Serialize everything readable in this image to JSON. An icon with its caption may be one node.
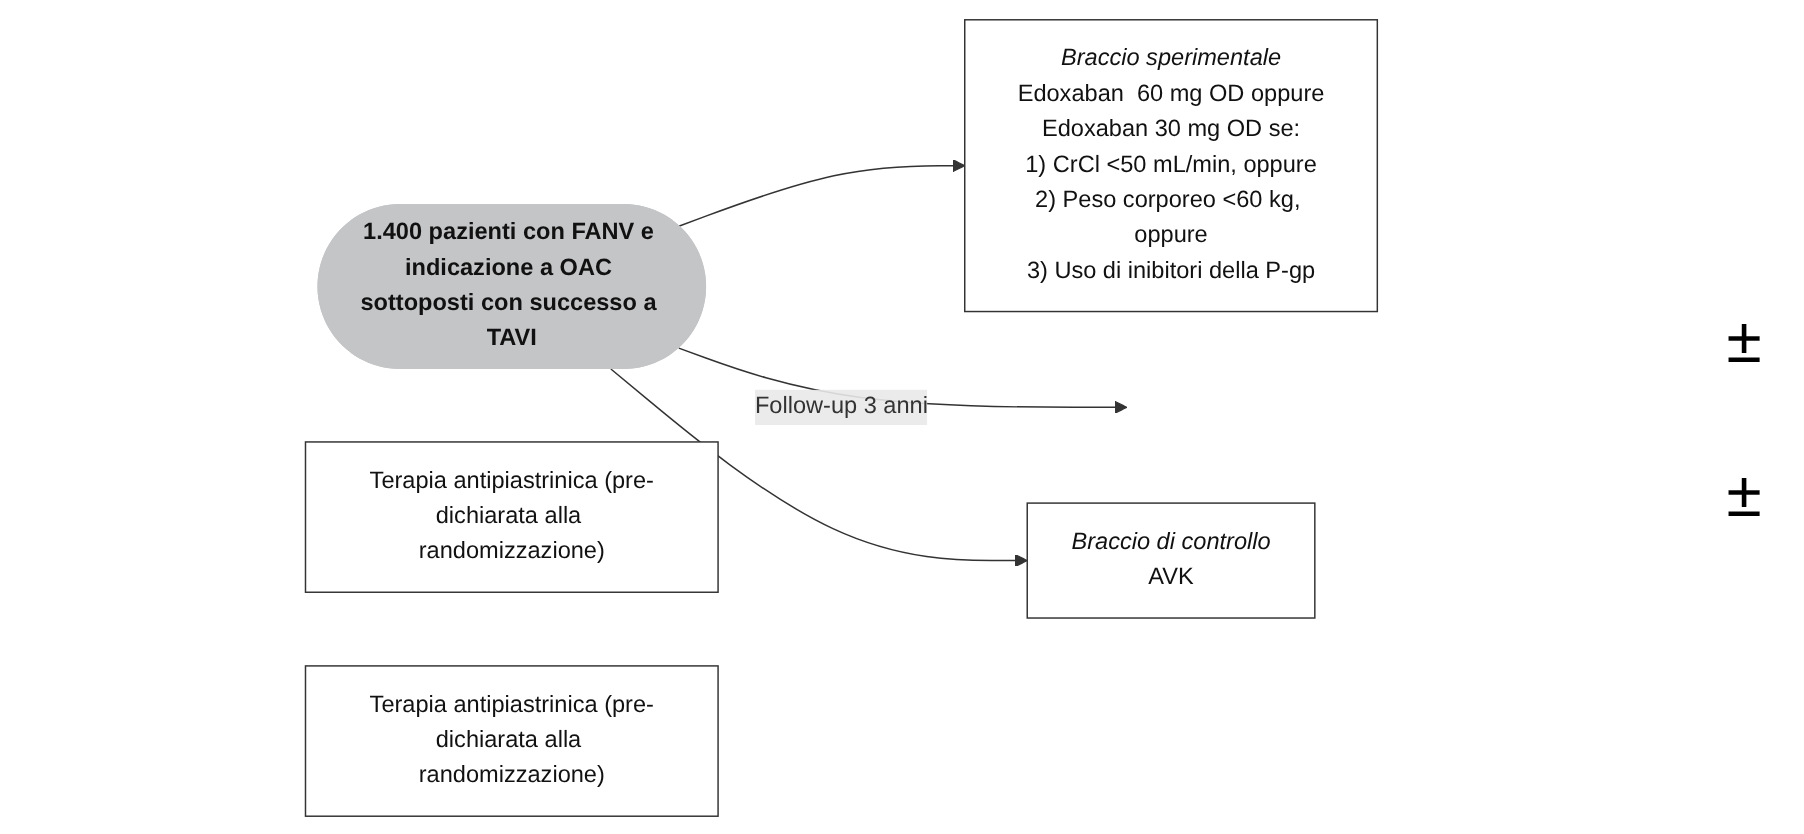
{
  "diagram": {
    "nodes": [
      {
        "text": [
          "1.400 pazienti con FANV e indicazione a OAC sottoposti con successo a TAVI"
        ]
      },
      {
        "text": [
          "Braccio sperimentale",
          "Edoxaban  60 mg OD oppure",
          "Edoxaban 30 mg OD se:",
          "1) CrCl <50 mL/min, oppure",
          "2) Peso corporeo <60 kg, oppure",
          "3) Uso di inibitori della P-gp"
        ]
      },
      {
        "text": [
          "Terapia antipiastrinica (pre-dichiarata alla randomizzazione)"
        ]
      },
      {
        "text": [
          "Braccio di controllo",
          "AVK"
        ]
      },
      {
        "text": [
          "Terapia antipiastrinica (pre-dichiarata alla randomizzazione)"
        ]
      }
    ],
    "edges": [
      {
        "from": 0,
        "to": 1,
        "arrow": "to"
      },
      {
        "from": 0,
        "to": null,
        "arrow": "to",
        "label": "Follow-up 3 anni"
      },
      {
        "from": 0,
        "to": 3,
        "arrow": "to"
      }
    ],
    "labels": [
      "±",
      "±"
    ]
  }
}
